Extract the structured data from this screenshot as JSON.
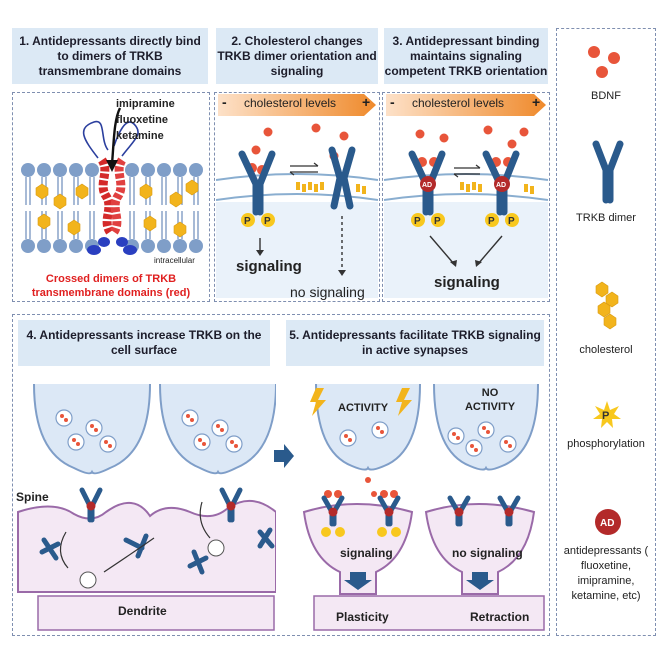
{
  "panel1": {
    "header": "1. Antidepressants directly bind to dimers of TRKB transmembrane domains",
    "drugs": [
      "imipramine",
      "fluoxetine",
      "ketamine"
    ],
    "intracellular": "intracellular",
    "caption": "Crossed dimers of TRKB transmembrane domains (red)"
  },
  "panel2": {
    "header": "2. Cholesterol changes TRKB dimer orientation and signaling",
    "gradient_label": "cholesterol levels",
    "minus": "-",
    "plus": "+",
    "signaling": "signaling",
    "no_signaling": "no signaling"
  },
  "panel3": {
    "header": "3. Antidepressant binding maintains signaling competent TRKB orientation",
    "gradient_label": "cholesterol levels",
    "minus": "-",
    "plus": "+",
    "signaling": "signaling"
  },
  "panel4": {
    "header": "4. Antidepressants increase TRKB on the cell surface",
    "spine": "Spine",
    "dendrite": "Dendrite"
  },
  "panel5": {
    "header": "5. Antidepressants facilitate TRKB signaling in active synapses",
    "activity": "ACTIVITY",
    "no_activity": "NO ACTIVITY",
    "signaling": "signaling",
    "no_signaling": "no signaling",
    "plasticity": "Plasticity",
    "retraction": "Retraction"
  },
  "legend": {
    "bdnf": "BDNF",
    "trkb": "TRKB dimer",
    "cholesterol": "cholesterol",
    "phosphorylation": "phosphorylation",
    "ad": "AD",
    "p": "P",
    "antidepressants": "antidepressants ( fluoxetine, imipramine, ketamine, etc)"
  },
  "colors": {
    "header_bg": "#dce9f5",
    "trkb": "#2a5a8c",
    "bdnf": "#e8553a",
    "cholesterol": "#f2b41c",
    "ad": "#b32a2a",
    "arrow": "#ef8a2c",
    "caption_red": "#e02020"
  }
}
